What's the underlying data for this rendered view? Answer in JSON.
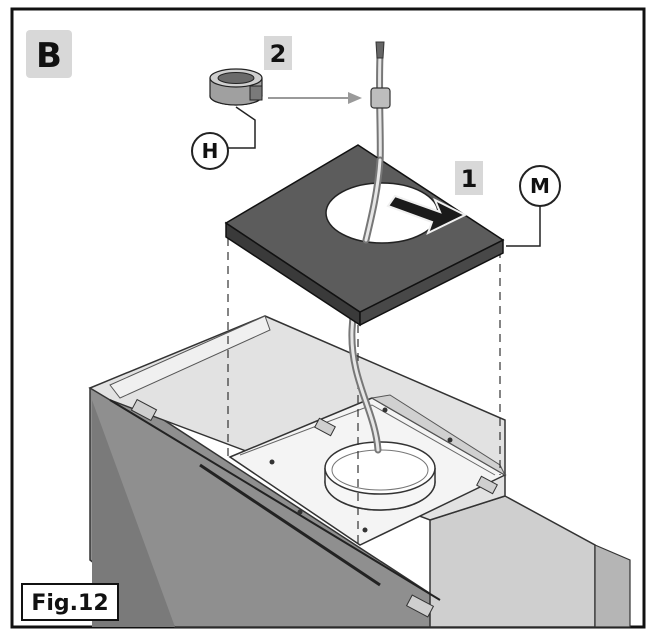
{
  "panel": {
    "letter": "B"
  },
  "steps": {
    "step1": "1",
    "step2": "2"
  },
  "callouts": {
    "h": "H",
    "m": "M"
  },
  "figure": {
    "label": "Fig.12"
  },
  "colors": {
    "frame": "#111111",
    "hood_body": "#d9d9d9",
    "hood_front": "#cfcfcf",
    "hood_shadow": "#9a9a9a",
    "top_plate": "#5c5c5c",
    "top_plate_edge": "#3a3a3a",
    "label_bg": "#d8d8d8",
    "arrow": "#1a1a1a",
    "pointer": "#9a9a9a"
  }
}
